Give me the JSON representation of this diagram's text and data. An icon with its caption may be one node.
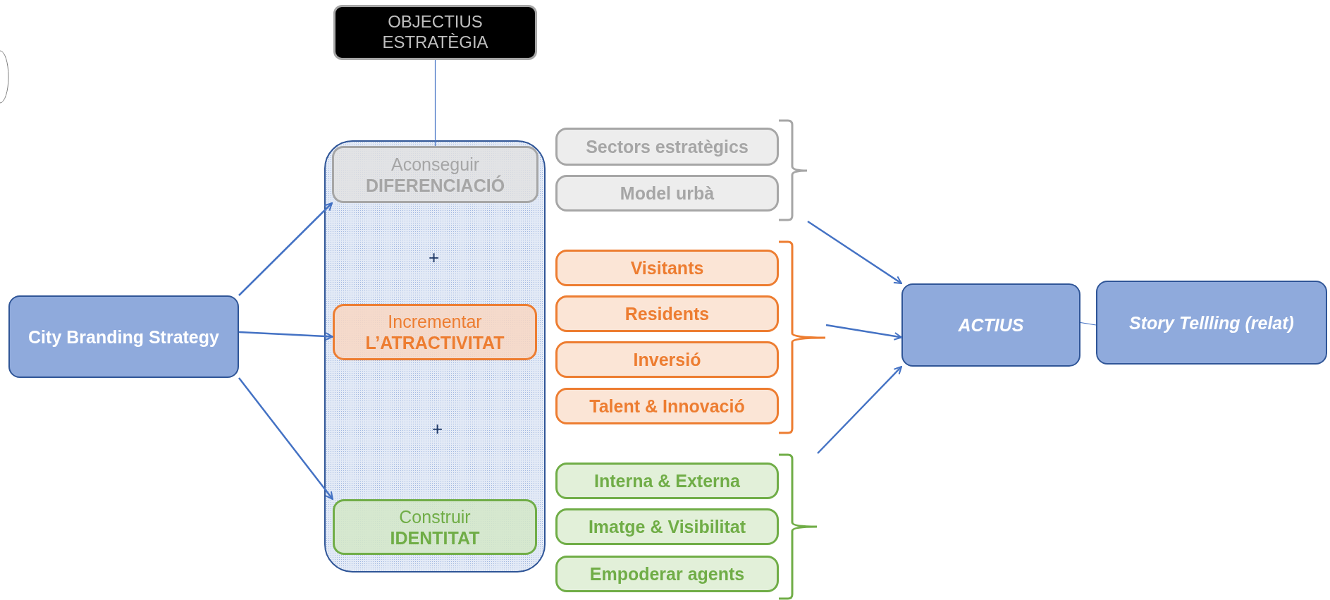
{
  "diagram": {
    "nodes": [
      {
        "text": [
          "OBJECTIUS ESTRATÈGIA"
        ]
      },
      {
        "text": [
          "City Branding Strategy"
        ]
      },
      {
        "text": [],
        "shape": "box"
      },
      {
        "text": [
          "Aconseguir",
          "DIFERENCIACIÓ"
        ],
        "in": 2
      },
      {
        "text": [
          "Incrementar",
          "L’ATRACTIVITAT"
        ],
        "in": 2
      },
      {
        "text": [
          "Construir",
          "IDENTITAT"
        ],
        "in": 2
      },
      {
        "text": [
          "Sectors estratègics"
        ]
      },
      {
        "text": [
          "Model urbà"
        ]
      },
      {
        "text": [
          "Visitants"
        ]
      },
      {
        "text": [
          "Residents"
        ]
      },
      {
        "text": [
          "Inversió"
        ]
      },
      {
        "text": [
          "Talent & Innovació"
        ]
      },
      {
        "text": [
          "Interna & Externa"
        ]
      },
      {
        "text": [
          "Imatge & Visibilitat"
        ]
      },
      {
        "text": [
          "Empoderar agents"
        ]
      },
      {
        "text": [
          "ACTIUS"
        ]
      },
      {
        "text": [
          "Story Tellling (relat)"
        ]
      },
      {
        "text": [],
        "shape": "bracket"
      },
      {
        "text": [],
        "shape": "bracket"
      },
      {
        "text": [],
        "shape": "bracket"
      }
    ],
    "edges": [
      {
        "from": 1,
        "to": 3,
        "arrow": "to"
      },
      {
        "from": 1,
        "to": 4,
        "arrow": "to"
      },
      {
        "from": 1,
        "to": 5,
        "arrow": "to"
      },
      {
        "from": 0,
        "to": 3,
        "arrow": "none"
      },
      {
        "from": 17,
        "to": 15,
        "arrow": "to"
      },
      {
        "from": 18,
        "to": 15,
        "arrow": "to"
      },
      {
        "from": 19,
        "to": 15,
        "arrow": "to"
      },
      {
        "from": 15,
        "to": 16,
        "arrow": "none"
      }
    ],
    "labels": [
      "+",
      "+"
    ]
  }
}
